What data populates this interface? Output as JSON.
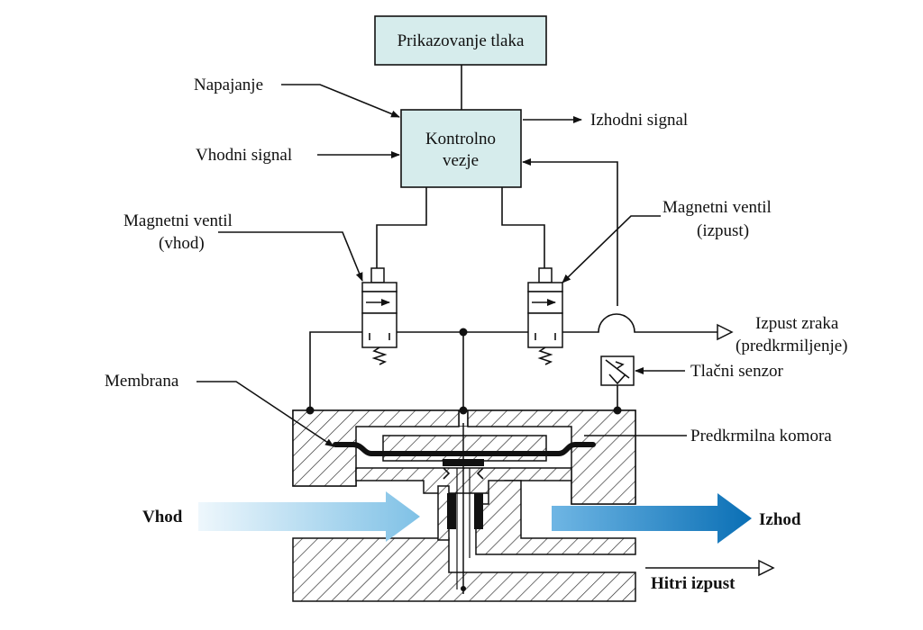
{
  "labels": {
    "pressure_display": "Prikazovanje tlaka",
    "supply": "Napajanje",
    "control_line1": "Kontrolno",
    "control_line2": "vezje",
    "output_signal": "Izhodni signal",
    "input_signal": "Vhodni signal",
    "valve_in_line1": "Magnetni ventil",
    "valve_in_line2": "(vhod)",
    "valve_out_line1": "Magnetni ventil",
    "valve_out_line2": "(izpust)",
    "exhaust_line1": "Izpust zraka",
    "exhaust_line2": "(predkrmiljenje)",
    "pressure_sensor": "Tlačni senzor",
    "membrane": "Membrana",
    "pilot_chamber": "Predkrmilna komora",
    "inlet": "Vhod",
    "outlet": "Izhod",
    "quick_exhaust": "Hitri izpust"
  },
  "colors": {
    "box_fill": "#d6ecec",
    "flow_arrow_light": "#e3f2fb",
    "flow_arrow_mid": "#7fc1e6",
    "flow_arrow_dark": "#0a6fb5",
    "line": "#111111"
  }
}
